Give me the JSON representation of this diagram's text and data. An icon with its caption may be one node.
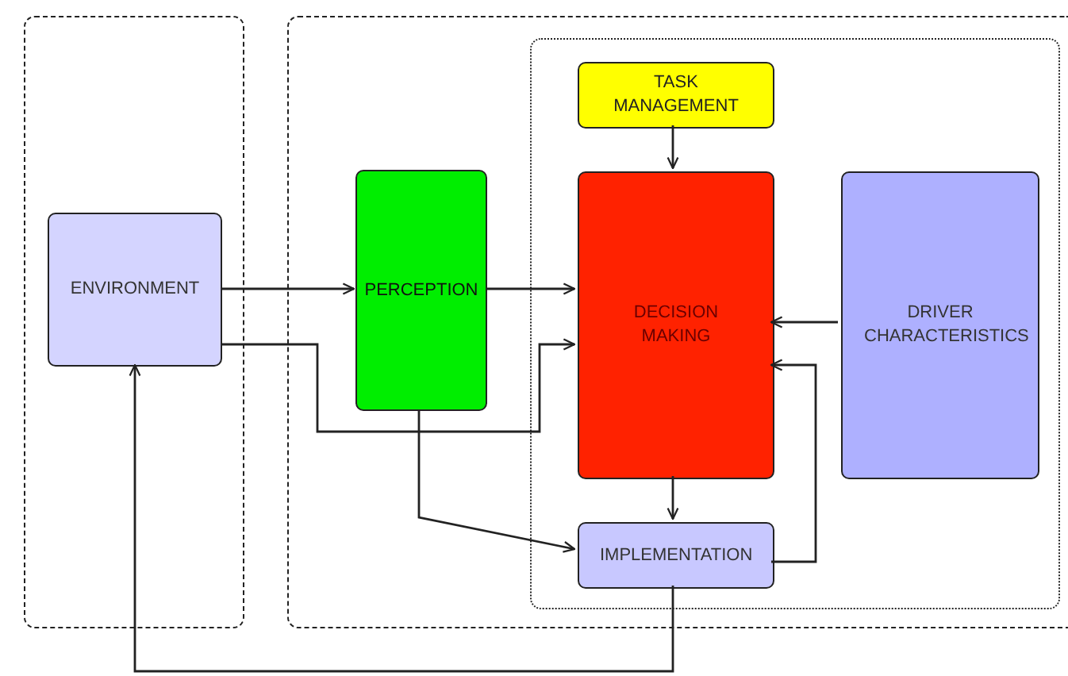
{
  "diagram": {
    "nodes": [
      {
        "text": [],
        "shape": "box"
      },
      {
        "text": [
          "ENVIRONMENT"
        ],
        "in": 0
      },
      {
        "text": [],
        "shape": "box"
      },
      {
        "text": [
          "PERCEPTION"
        ],
        "in": 2
      },
      {
        "text": [],
        "shape": "box",
        "in": 2
      },
      {
        "text": [
          "TASK MANAGEMENT"
        ],
        "in": 4
      },
      {
        "text": [
          "DECISION MAKING"
        ],
        "in": 4
      },
      {
        "text": [
          "DRIVER CHARACTERISTICS"
        ],
        "in": 4
      },
      {
        "text": [
          "IMPLEMENTATION"
        ],
        "in": 4
      }
    ],
    "edges": [
      {
        "from": 1,
        "to": 3,
        "arrow": "to"
      },
      {
        "from": 3,
        "to": 6,
        "arrow": "to"
      },
      {
        "from": 1,
        "to": 6,
        "arrow": "to"
      },
      {
        "from": 5,
        "to": 6,
        "arrow": "to"
      },
      {
        "from": 7,
        "to": 6,
        "arrow": "to"
      },
      {
        "from": 6,
        "to": 8,
        "arrow": "to"
      },
      {
        "from": 3,
        "to": 8,
        "arrow": "to"
      },
      {
        "from": 8,
        "to": 6,
        "arrow": "to"
      },
      {
        "from": 8,
        "to": 1,
        "arrow": "to"
      }
    ]
  }
}
